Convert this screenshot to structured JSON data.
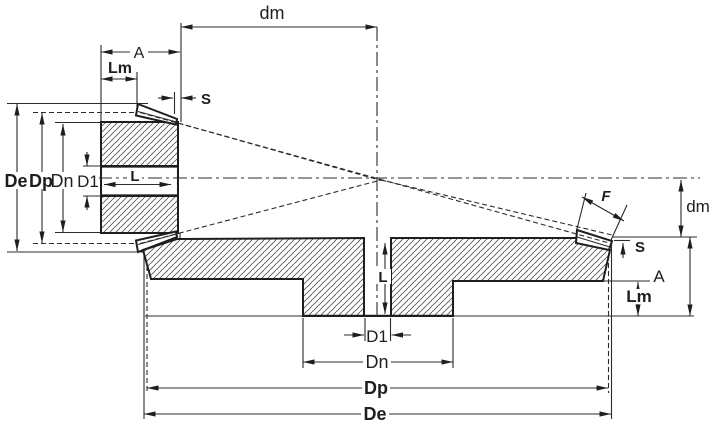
{
  "diagram": {
    "description": "Bevel gear pair cross-section dimensional drawing",
    "colors": {
      "background": "#ffffff",
      "line": "#2b2b2b",
      "hatch": "#5a5a5a"
    },
    "labels": {
      "top": {
        "dm": "dm",
        "A": "A",
        "Lm": "Lm",
        "S": "S"
      },
      "left": {
        "De": "De",
        "Dp": "Dp",
        "Dn": "Dn",
        "D1": "D1",
        "L": "L"
      },
      "right": {
        "F": "F",
        "dm": "dm",
        "S": "S",
        "A": "A",
        "Lm": "Lm"
      },
      "bottom": {
        "L": "L",
        "D1": "D1",
        "Dn": "Dn",
        "Dp": "Dp",
        "De": "De"
      }
    }
  }
}
